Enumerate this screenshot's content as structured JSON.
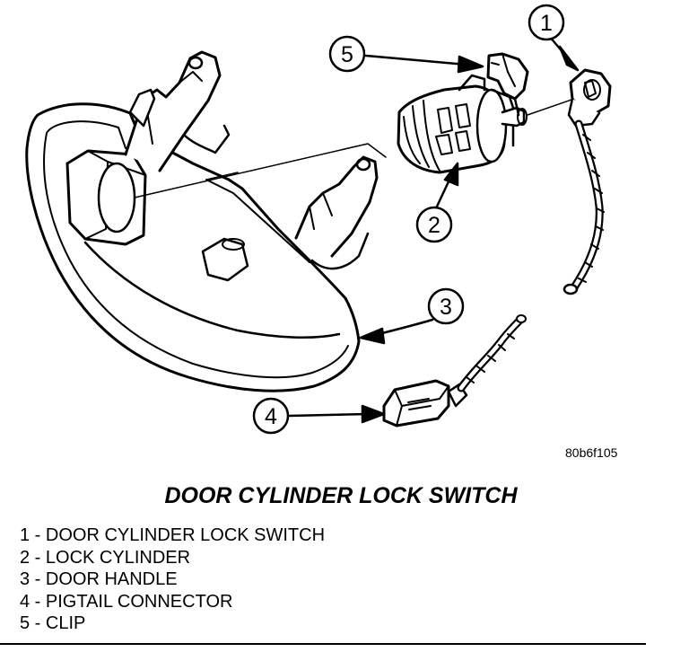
{
  "figure": {
    "id_code": "80b6f105",
    "title": "DOOR CYLINDER LOCK SWITCH"
  },
  "callouts": [
    {
      "number": "1"
    },
    {
      "number": "2"
    },
    {
      "number": "3"
    },
    {
      "number": "4"
    },
    {
      "number": "5"
    }
  ],
  "legend": [
    "1 - DOOR CYLINDER LOCK SWITCH",
    "2 - LOCK CYLINDER",
    "3 - DOOR HANDLE",
    "4 - PIGTAIL CONNECTOR",
    "5 - CLIP"
  ],
  "colors": {
    "ink": "#000000",
    "paper": "#ffffff"
  }
}
